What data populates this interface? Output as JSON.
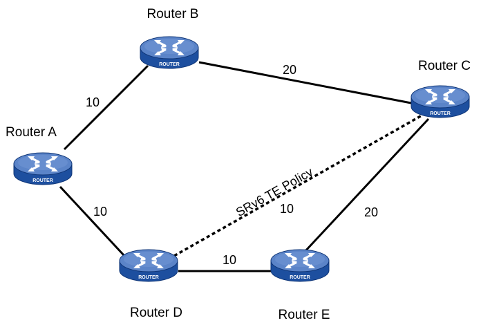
{
  "routers": {
    "a": {
      "name": "Router A",
      "badge": "ROUTER"
    },
    "b": {
      "name": "Router B",
      "badge": "ROUTER"
    },
    "c": {
      "name": "Router C",
      "badge": "ROUTER"
    },
    "d": {
      "name": "Router D",
      "badge": "ROUTER"
    },
    "e": {
      "name": "Router E",
      "badge": "ROUTER"
    }
  },
  "links": {
    "ab": {
      "metric": "10"
    },
    "bc": {
      "metric": "20"
    },
    "ad": {
      "metric": "10"
    },
    "de": {
      "metric": "10"
    },
    "ec": {
      "metric": "20"
    },
    "dc": {
      "metric": "10"
    }
  },
  "policy": {
    "label": "SRv6 TE Policy"
  },
  "colors": {
    "router_top": "#5b84c8",
    "router_body": "#1d4f9f",
    "router_edge": "#0f3576",
    "link": "#000000"
  }
}
